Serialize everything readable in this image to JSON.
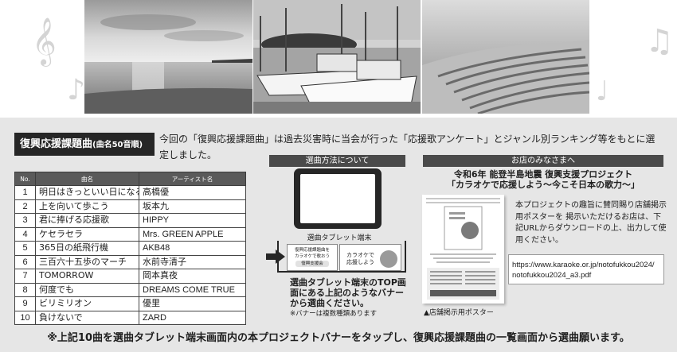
{
  "list": {
    "title": "復興応援課題曲",
    "title_sub": "(曲名50音順)",
    "columns": {
      "no": "No.",
      "song": "曲名",
      "artist": "アーティスト名"
    },
    "rows": [
      {
        "no": "1",
        "song": "明日はきっといい日になる",
        "artist": "高橋優"
      },
      {
        "no": "2",
        "song": "上を向いて歩こう",
        "artist": "坂本九"
      },
      {
        "no": "3",
        "song": "君に捧げる応援歌",
        "artist": "HIPPY"
      },
      {
        "no": "4",
        "song": "ケセラセラ",
        "artist": "Mrs. GREEN APPLE"
      },
      {
        "no": "5",
        "song": "365日の紙飛行機",
        "artist": "AKB48"
      },
      {
        "no": "6",
        "song": "三百六十五歩のマーチ",
        "artist": "水前寺清子"
      },
      {
        "no": "7",
        "song": "TOMORROW",
        "artist": "岡本真夜"
      },
      {
        "no": "8",
        "song": "何度でも",
        "artist": "DREAMS COME TRUE"
      },
      {
        "no": "9",
        "song": "ビリミリオン",
        "artist": "優里"
      },
      {
        "no": "10",
        "song": "負けないで",
        "artist": "ZARD"
      }
    ]
  },
  "intro": "今回の「復興応援課題曲」は過去災害時に当会が行った「応援歌アンケート」とジャンル別ランキング等をもとに選定しました。",
  "method": {
    "header": "選曲方法について",
    "tablet_caption": "選曲タブレット端末",
    "banner_left": [
      "復興応援課題曲を",
      "カラオケで歌おう",
      "復興支援会"
    ],
    "banner_right": [
      "カラオケで",
      "応援しよう"
    ],
    "instructions": "選曲タブレット端末のTOP画面にある上記のようなバナーから選曲ください。",
    "note": "※バナーは複数種類あります"
  },
  "store": {
    "header": "お店のみなさまへ",
    "project_title_1": "令和6年 能登半島地震 復興支援プロジェクト",
    "project_title_2": "「カラオケで応援しよう〜今こそ日本の歌力〜」",
    "description": "本プロジェクトの趣旨に賛同賜り店舗掲示用ポスターを 掲示いただけるお店は、下記URLからダウンロードの上、出力して使用ください。",
    "url_line1": "https://www.karaoke.or.jp/notofukkou2024/",
    "url_line2": "notofukkou2024_a3.pdf",
    "poster_caption": "▲店舗掲示用ポスター"
  },
  "footer": "※上記10曲を選曲タブレット端末画面内の本プロジェクトバナーをタップし、復興応援課題曲の一覧画面から選曲願います。",
  "colors": {
    "background": "#e6e6e6",
    "header_dark": "#262626",
    "header_gray": "#4a4a4a",
    "table_header": "#5a5a5a"
  },
  "icons": [
    "treble-clef-icon",
    "music-note-icon",
    "arrow-right-icon"
  ]
}
